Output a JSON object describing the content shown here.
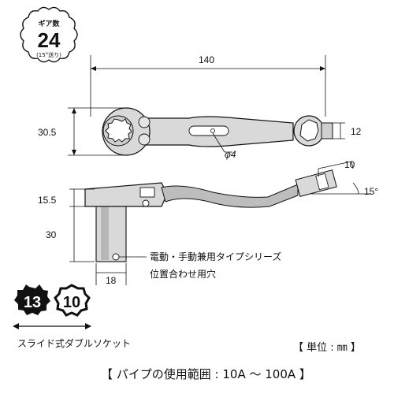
{
  "badge": {
    "top_label": "ギア数",
    "number": "24",
    "note": "(15°送り)"
  },
  "dimensions": {
    "length": "140",
    "head_height": "30.5",
    "box_end": "12",
    "hole": "φ4",
    "side_height": "15.5",
    "socket_height": "30",
    "socket_width": "18",
    "angle_len": "10",
    "angle": "15°"
  },
  "callout": {
    "line1": "電動・手動兼用タイプシリーズ",
    "line2": "位置合わせ用穴"
  },
  "sockets": {
    "size_a": "13",
    "size_b": "10",
    "label": "スライド式ダブルソケット"
  },
  "footer": {
    "unit": "【 単位 : ㎜ 】",
    "pipe_range": "【 パイプの使用範囲 : 10A ～ 100A 】"
  }
}
